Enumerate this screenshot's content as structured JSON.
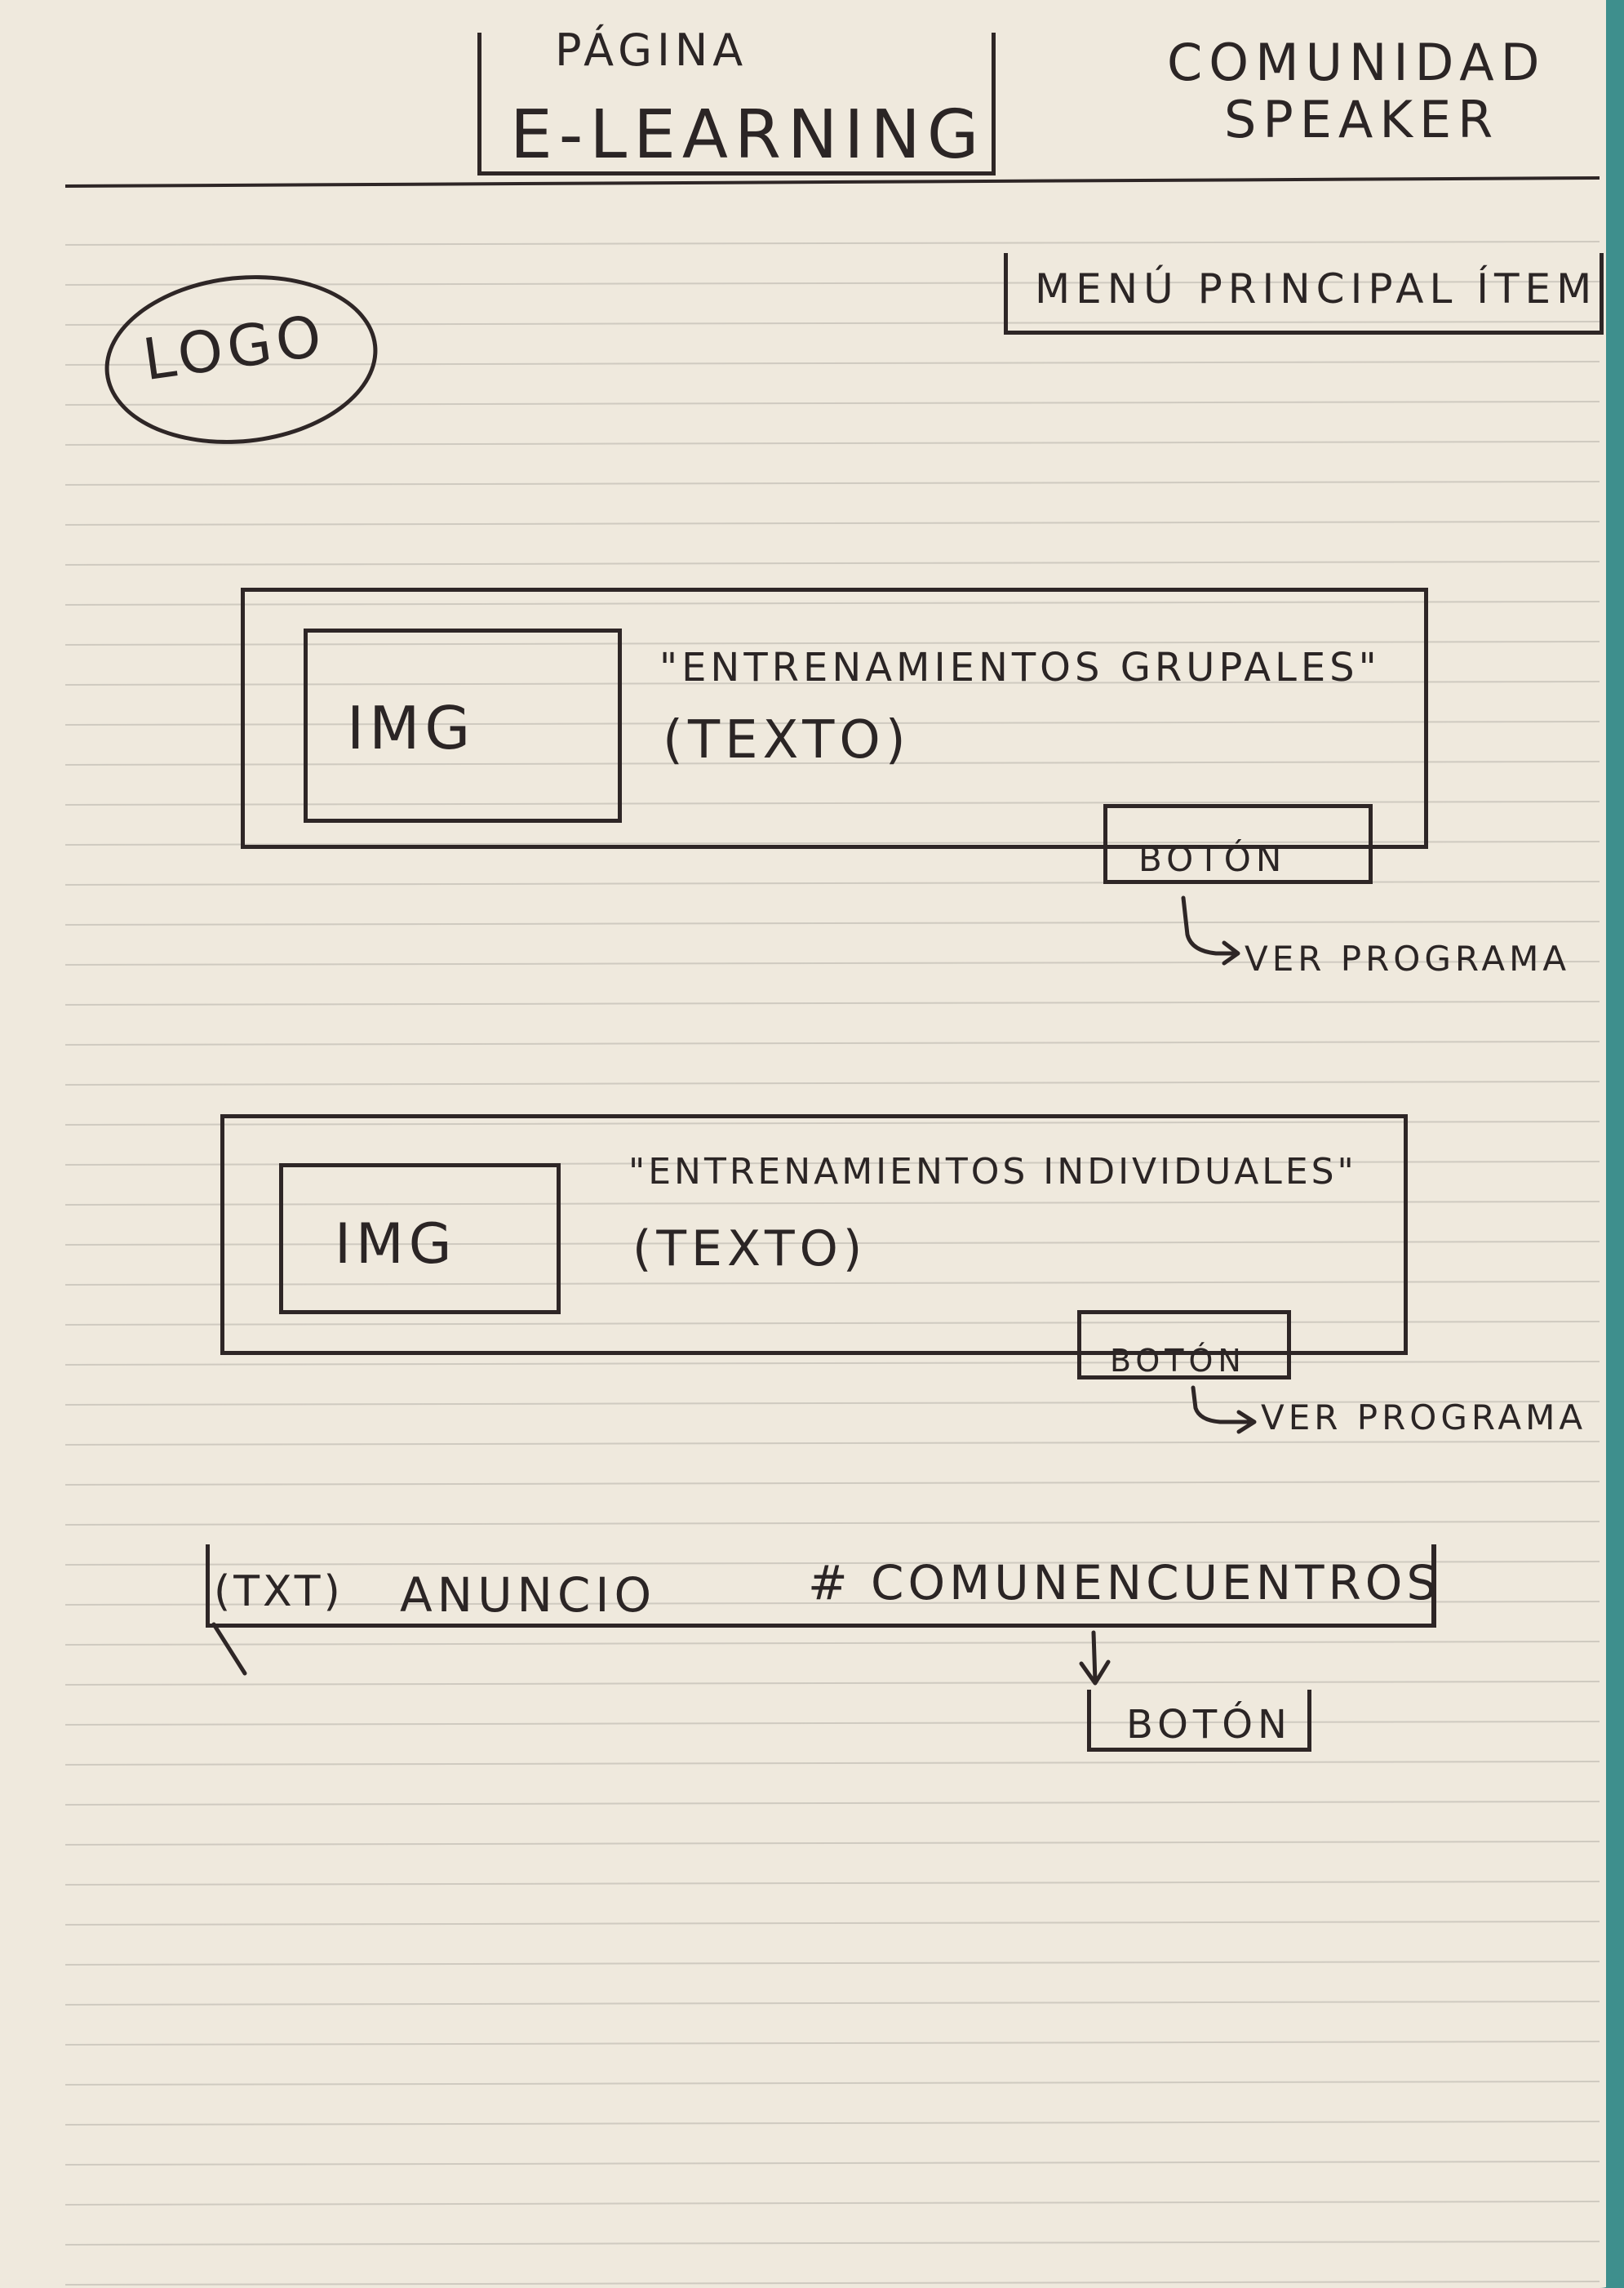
{
  "header": {
    "page_kicker": "PÁGINA",
    "page_title": "E-LEARNING",
    "community_line1": "COMUNIDAD",
    "community_line2": "SPEAKER"
  },
  "logo": {
    "label": "LOGO"
  },
  "menu": {
    "label": "MENÚ PRINCIPAL ÍTEM"
  },
  "blocks": [
    {
      "img_label": "IMG",
      "title": "\"ENTRENAMIENTOS GRUPALES\"",
      "subtitle": "(TEXTO)",
      "button_label": "BOTÓN",
      "button_note": "VER PROGRAMA"
    },
    {
      "img_label": "IMG",
      "title": "\"ENTRENAMIENTOS INDIVIDUALES\"",
      "subtitle": "(TEXTO)",
      "button_label": "BOTÓN",
      "button_note": "VER PROGRAMA"
    }
  ],
  "announcement": {
    "txt_tag": "(TXT)",
    "text": "ANUNCIO",
    "hashtag": "# COMUNENCUENTROS",
    "button_label": "BOTÓN"
  },
  "colors": {
    "paper": "#efe9dd",
    "ink": "#2b2525",
    "rule": "#c9c4ba",
    "background": "#3e8f8d"
  }
}
